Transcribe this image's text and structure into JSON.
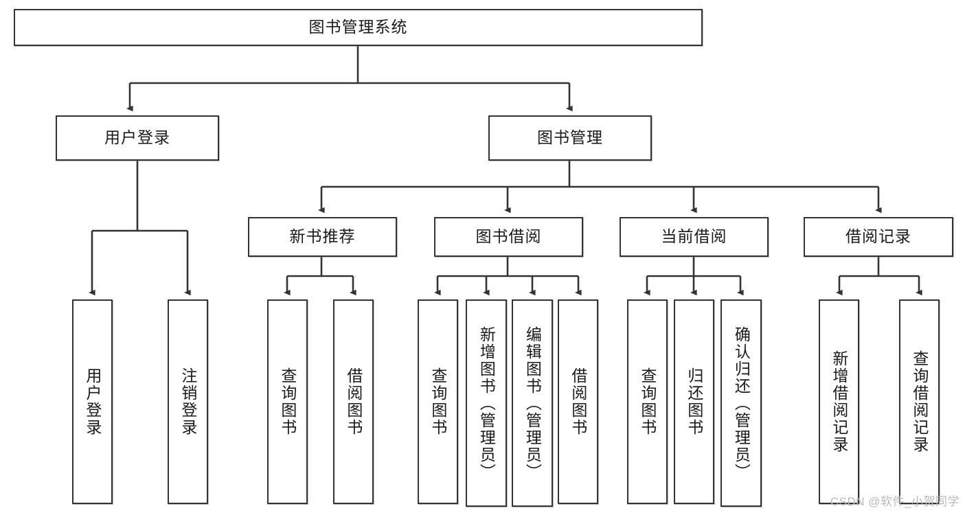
{
  "diagram": {
    "title": "图书管理系统",
    "type": "tree",
    "watermark": "CSDN @软件_小贺同学",
    "colors": {
      "stroke": "#333333",
      "fill": "#ffffff",
      "text": "#1a1a1a",
      "watermark": "#b9b9b9"
    },
    "nodes": {
      "root": {
        "label": "图书管理系统",
        "level": 1,
        "orientation": "horizontal"
      },
      "l2": [
        {
          "id": "user-login",
          "label": "用户登录",
          "level": 2,
          "orientation": "horizontal"
        },
        {
          "id": "book-manage",
          "label": "图书管理",
          "level": 2,
          "orientation": "horizontal"
        }
      ],
      "l3": [
        {
          "id": "new-book-rec",
          "label": "新书推荐",
          "level": 3,
          "orientation": "horizontal",
          "parent": "book-manage"
        },
        {
          "id": "book-borrow",
          "label": "图书借阅",
          "level": 3,
          "orientation": "horizontal",
          "parent": "book-manage"
        },
        {
          "id": "current-borrow",
          "label": "当前借阅",
          "level": 3,
          "orientation": "horizontal",
          "parent": "book-manage"
        },
        {
          "id": "borrow-record",
          "label": "借阅记录",
          "level": 3,
          "orientation": "horizontal",
          "parent": "book-manage"
        }
      ],
      "leaves": [
        {
          "id": "leaf-user-login",
          "label": "用户登录",
          "parent": "user-login",
          "orientation": "vertical"
        },
        {
          "id": "leaf-user-logout",
          "label": "注销登录",
          "parent": "user-login",
          "orientation": "vertical"
        },
        {
          "id": "leaf-query-book-1",
          "label": "查询图书",
          "parent": "new-book-rec",
          "orientation": "vertical"
        },
        {
          "id": "leaf-borrow-book-1",
          "label": "借阅图书",
          "parent": "new-book-rec",
          "orientation": "vertical"
        },
        {
          "id": "leaf-query-book-2",
          "label": "查询图书",
          "parent": "book-borrow",
          "orientation": "vertical"
        },
        {
          "id": "leaf-add-book",
          "label": "新增图书（管理员）",
          "parent": "book-borrow",
          "orientation": "vertical"
        },
        {
          "id": "leaf-edit-book",
          "label": "编辑图书（管理员）",
          "parent": "book-borrow",
          "orientation": "vertical"
        },
        {
          "id": "leaf-borrow-book-2",
          "label": "借阅图书",
          "parent": "book-borrow",
          "orientation": "vertical"
        },
        {
          "id": "leaf-query-book-3",
          "label": "查询图书",
          "parent": "current-borrow",
          "orientation": "vertical"
        },
        {
          "id": "leaf-return-book",
          "label": "归还图书",
          "parent": "current-borrow",
          "orientation": "vertical"
        },
        {
          "id": "leaf-confirm-return",
          "label": "确认归还（管理员）",
          "parent": "current-borrow",
          "orientation": "vertical"
        },
        {
          "id": "leaf-add-record",
          "label": "新增借阅记录",
          "parent": "borrow-record",
          "orientation": "vertical"
        },
        {
          "id": "leaf-query-record",
          "label": "查询借阅记录",
          "parent": "borrow-record",
          "orientation": "vertical"
        }
      ]
    }
  }
}
